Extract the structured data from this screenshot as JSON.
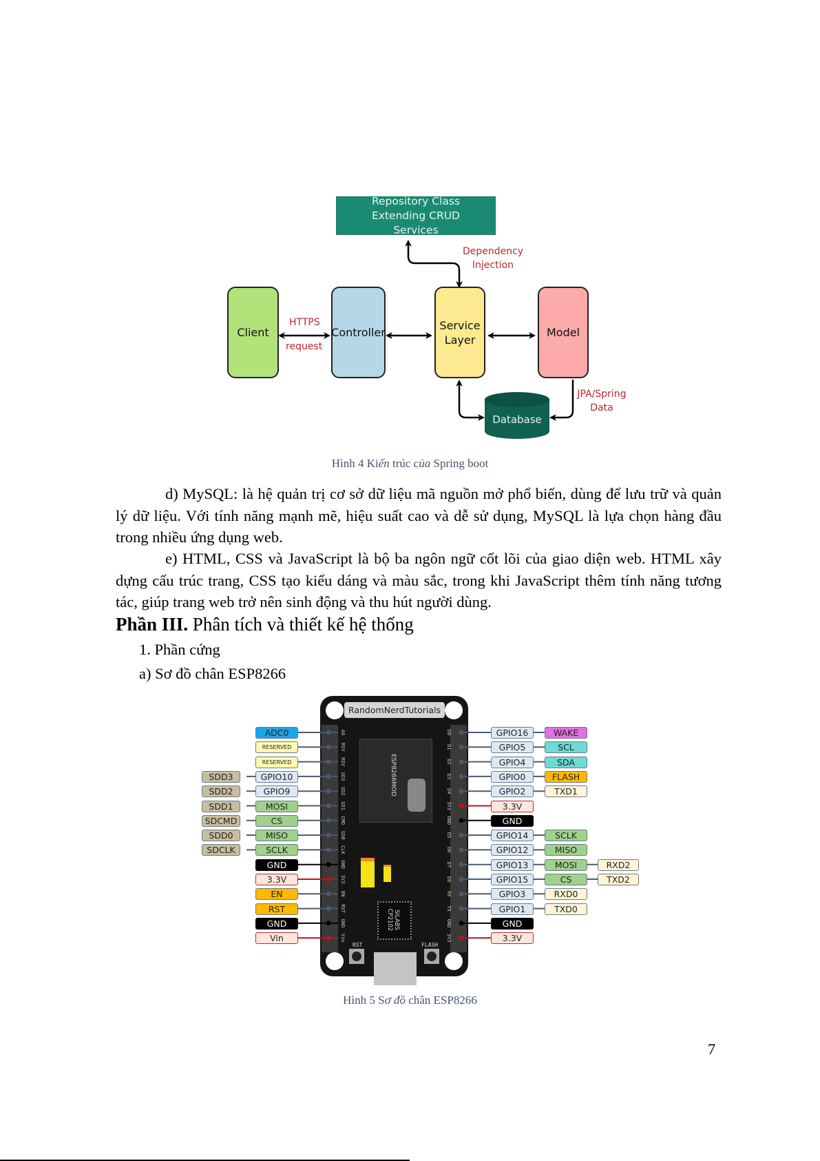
{
  "figure4": {
    "repository": "Repository Class Extending CRUD Services",
    "dependency_injection": "Dependency Injection",
    "client": "Client",
    "https": "HTTPS",
    "request": "request",
    "controller": "Controller",
    "service_layer": "Service Layer",
    "model": "Model",
    "database": "Database",
    "jpa": "JPA/Spring Data",
    "colors": {
      "client": "#b2e27a",
      "controller": "#b4d8e8",
      "service": "#fde98f",
      "model": "#fcaaaa",
      "repository": "#1b8a73",
      "database": "#10614f"
    },
    "caption_prefix": "Hình 4 Ki",
    "caption_italic1": "ến",
    "caption_mid": " trúc c",
    "caption_italic2": "ủa",
    "caption_suffix": " Spring boot"
  },
  "body": {
    "para_d": "d) MySQL: là hệ quản trị cơ sở dữ liệu mã nguồn mở phổ biến, dùng để lưu trữ và quản lý dữ liệu. Với tính năng mạnh mẽ, hiệu suất cao và dễ sử dụng, MySQL là lựa chọn hàng đầu trong nhiều ứng dụng web.",
    "para_e": "e) HTML, CSS và JavaScript là bộ ba ngôn ngữ cốt lõi của giao diện web. HTML xây dựng cấu trúc trang, CSS tạo kiểu dáng và màu sắc, trong khi JavaScript thêm tính năng tương tác, giúp trang web trở nên sinh động và thu hút người dùng.",
    "heading_bold": "Phần III.",
    "heading_rest": " Phân tích và thiết kế hệ thống",
    "sub1": "1. Phần cứng",
    "sub_a": "a) Sơ đồ chân ESP8266"
  },
  "figure5": {
    "brand": "RandomNerdTutorials",
    "module_text": "ESP8266MOD",
    "chip": "SILABS CP2102",
    "btn_rst": "RST",
    "btn_flash": "FLASH",
    "left_pins": [
      {
        "board": "A0",
        "labels": [
          {
            "t": "ADC0",
            "c": "blue"
          }
        ]
      },
      {
        "board": "RSV",
        "labels": [
          {
            "t": "RESERVED",
            "c": "yellowpale small"
          }
        ]
      },
      {
        "board": "RSV",
        "labels": [
          {
            "t": "RESERVED",
            "c": "yellowpale small"
          }
        ]
      },
      {
        "board": "SD3",
        "labels": [
          {
            "t": "GPIO10",
            "c": "gpio"
          },
          {
            "t": "SDD3",
            "c": "tan"
          }
        ]
      },
      {
        "board": "SD2",
        "labels": [
          {
            "t": "GPIO9",
            "c": "gpio"
          },
          {
            "t": "SDD2",
            "c": "tan"
          }
        ]
      },
      {
        "board": "SD1",
        "labels": [
          {
            "t": "MOSI",
            "c": "green"
          },
          {
            "t": "SDD1",
            "c": "tan"
          }
        ]
      },
      {
        "board": "CMD",
        "labels": [
          {
            "t": "CS",
            "c": "green"
          },
          {
            "t": "SDCMD",
            "c": "tan"
          }
        ]
      },
      {
        "board": "SD0",
        "labels": [
          {
            "t": "MISO",
            "c": "green"
          },
          {
            "t": "SDD0",
            "c": "tan"
          }
        ]
      },
      {
        "board": "CLK",
        "labels": [
          {
            "t": "SCLK",
            "c": "green"
          },
          {
            "t": "SDCLK",
            "c": "tan"
          }
        ]
      },
      {
        "board": "GND",
        "labels": [
          {
            "t": "GND",
            "c": "black"
          }
        ]
      },
      {
        "board": "3V3",
        "labels": [
          {
            "t": "3.3V",
            "c": "pwr"
          }
        ]
      },
      {
        "board": "EN",
        "labels": [
          {
            "t": "EN",
            "c": "orange"
          }
        ]
      },
      {
        "board": "RST",
        "labels": [
          {
            "t": "RST",
            "c": "orange"
          }
        ]
      },
      {
        "board": "GND",
        "labels": [
          {
            "t": "GND",
            "c": "black"
          }
        ]
      },
      {
        "board": "Vin",
        "labels": [
          {
            "t": "Vin",
            "c": "pwr"
          }
        ]
      }
    ],
    "right_pins": [
      {
        "board": "D0",
        "labels": [
          {
            "t": "GPIO16",
            "c": "gpio"
          },
          {
            "t": "WAKE",
            "c": "magenta"
          }
        ]
      },
      {
        "board": "D1",
        "labels": [
          {
            "t": "GPIO5",
            "c": "gpio"
          },
          {
            "t": "SCL",
            "c": "teal"
          }
        ]
      },
      {
        "board": "D2",
        "labels": [
          {
            "t": "GPIO4",
            "c": "gpio"
          },
          {
            "t": "SDA",
            "c": "teal"
          }
        ]
      },
      {
        "board": "D3",
        "labels": [
          {
            "t": "GPIO0",
            "c": "gpio"
          },
          {
            "t": "FLASH",
            "c": "orange"
          }
        ]
      },
      {
        "board": "D4",
        "labels": [
          {
            "t": "GPIO2",
            "c": "gpio"
          },
          {
            "t": "TXD1",
            "c": "cream"
          }
        ]
      },
      {
        "board": "3V3",
        "labels": [
          {
            "t": "3.3V",
            "c": "pwr"
          }
        ]
      },
      {
        "board": "GND",
        "labels": [
          {
            "t": "GND",
            "c": "black"
          }
        ]
      },
      {
        "board": "D5",
        "labels": [
          {
            "t": "GPIO14",
            "c": "gpio"
          },
          {
            "t": "SCLK",
            "c": "green"
          }
        ]
      },
      {
        "board": "D6",
        "labels": [
          {
            "t": "GPIO12",
            "c": "gpio"
          },
          {
            "t": "MISO",
            "c": "green"
          }
        ]
      },
      {
        "board": "D7",
        "labels": [
          {
            "t": "GPIO13",
            "c": "gpio"
          },
          {
            "t": "MOSI",
            "c": "green"
          },
          {
            "t": "RXD2",
            "c": "cream"
          }
        ]
      },
      {
        "board": "D8",
        "labels": [
          {
            "t": "GPIO15",
            "c": "gpio"
          },
          {
            "t": "CS",
            "c": "green"
          },
          {
            "t": "TXD2",
            "c": "cream"
          }
        ]
      },
      {
        "board": "RX",
        "labels": [
          {
            "t": "GPIO3",
            "c": "gpio"
          },
          {
            "t": "RXD0",
            "c": "cream"
          }
        ]
      },
      {
        "board": "TX",
        "labels": [
          {
            "t": "GPIO1",
            "c": "gpio"
          },
          {
            "t": "TXD0",
            "c": "cream"
          }
        ]
      },
      {
        "board": "GND",
        "labels": [
          {
            "t": "GND",
            "c": "black"
          }
        ]
      },
      {
        "board": "3V3",
        "labels": [
          {
            "t": "3.3V",
            "c": "pwr"
          }
        ]
      }
    ],
    "caption_prefix": "Hình 5 S",
    "caption_italic": "ơ đồ",
    "caption_suffix": " chân ESP8266"
  },
  "page_number": "7"
}
